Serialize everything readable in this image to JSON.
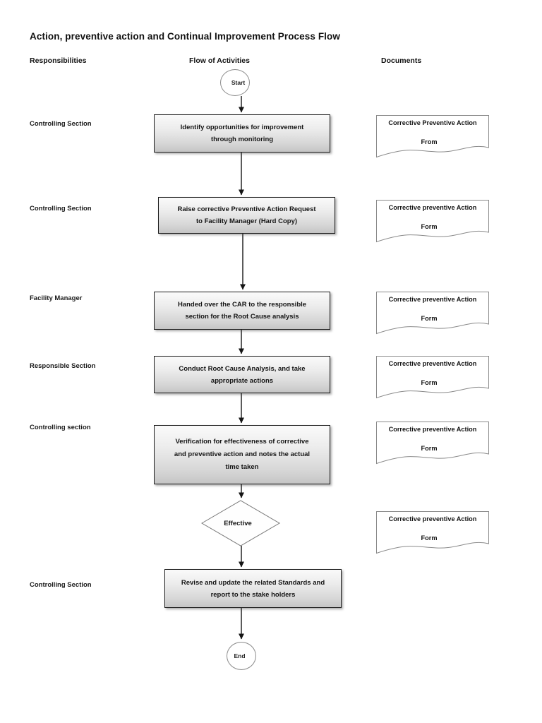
{
  "page": {
    "title": "Action, preventive action and Continual Improvement Process Flow",
    "columns": {
      "responsibilities": "Responsibilities",
      "flow": "Flow of Activities",
      "documents": "Documents"
    }
  },
  "flow": {
    "start_label": "Start",
    "end_label": "End",
    "decision_label": "Effective",
    "steps": [
      {
        "line1": "Identify opportunities for improvement",
        "line2": "through monitoring"
      },
      {
        "line1": "Raise corrective Preventive Action Request",
        "line2": "to Facility Manager (Hard Copy)"
      },
      {
        "line1": "Handed over the CAR to the responsible",
        "line2": "section for the Root Cause analysis"
      },
      {
        "line1": "Conduct Root Cause Analysis, and take",
        "line2": "appropriate actions"
      },
      {
        "line1": "Verification for effectiveness of corrective",
        "line2": "and preventive action and notes the actual",
        "line3": "time taken"
      },
      {
        "line1": "Revise and update the related Standards and",
        "line2": "report to the stake holders"
      }
    ]
  },
  "responsibilities": [
    "Controlling Section",
    "Controlling Section",
    "Facility Manager",
    "Responsible Section",
    "Controlling section",
    "Controlling Section"
  ],
  "documents": [
    {
      "line1": "Corrective Preventive Action",
      "line2": "From"
    },
    {
      "line1": "Corrective preventive Action",
      "line2": "Form"
    },
    {
      "line1": "Corrective preventive Action",
      "line2": "Form"
    },
    {
      "line1": "Corrective preventive Action",
      "line2": "Form"
    },
    {
      "line1": "Corrective preventive Action",
      "line2": "Form"
    },
    {
      "line1": "Corrective preventive Action",
      "line2": "Form"
    }
  ],
  "colors": {
    "box_border": "#1d1d1d",
    "box_fill_top": "#fafafa",
    "box_fill_bottom": "#c5c5c5",
    "doc_border": "#8a8a8a",
    "arrow": "#151515"
  }
}
